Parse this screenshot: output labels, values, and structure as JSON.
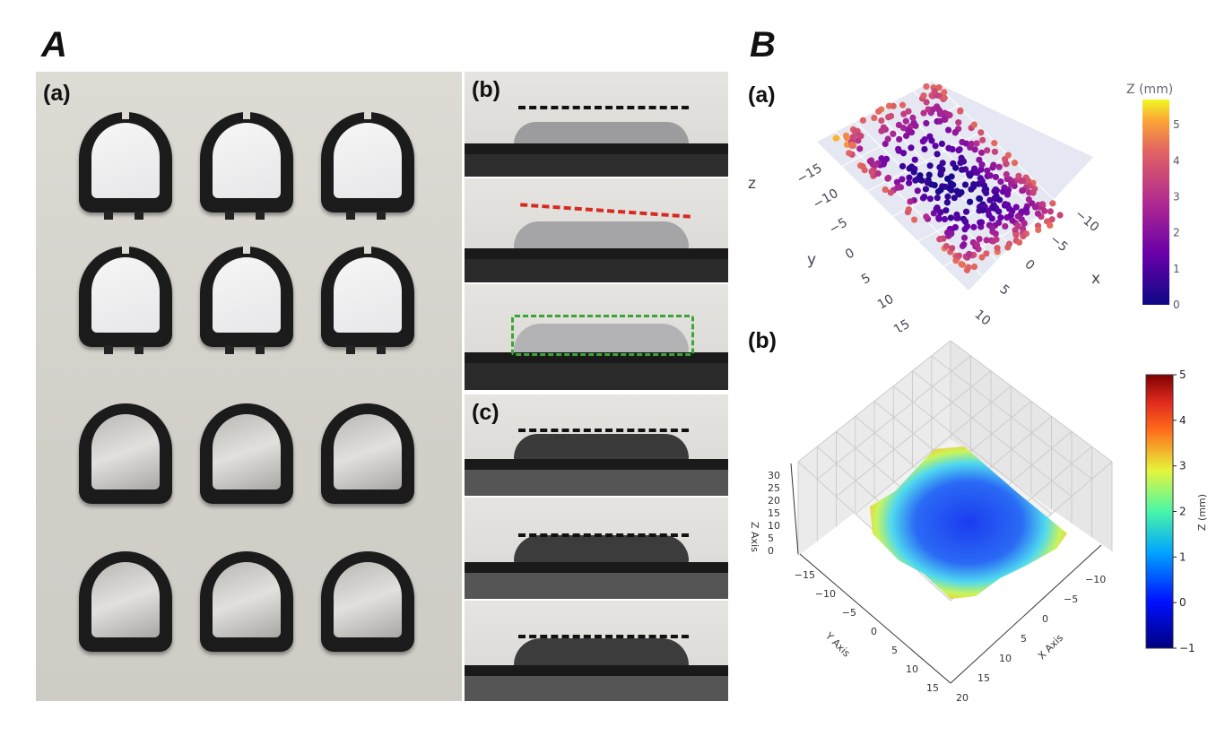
{
  "panel_A": {
    "label": "A",
    "sub_a": "(a)",
    "sub_b": "(b)",
    "sub_c": "(c)"
  },
  "panel_B": {
    "label": "B",
    "plot_a": {
      "label": "(a)",
      "type": "3d-scatter",
      "colorbar_title": "Z (mm)",
      "colorbar_ticks": [
        "0",
        "1",
        "2",
        "3",
        "4",
        "5"
      ],
      "colorbar_range": [
        0,
        5.7
      ],
      "colormap": "plasma",
      "x_axis_title": "x",
      "y_axis_title": "y",
      "z_axis_title": "z",
      "x_ticks": [
        "−10",
        "−5",
        "0",
        "5",
        "10"
      ],
      "y_ticks": [
        "−15",
        "−10",
        "−5",
        "0",
        "5",
        "10",
        "15"
      ],
      "grid": true
    },
    "plot_b": {
      "label": "(b)",
      "type": "3d-surface",
      "colorbar_title": "Z (mm)",
      "colorbar_ticks": [
        "5",
        "4",
        "3",
        "2",
        "1",
        "0",
        "−1"
      ],
      "colorbar_range": [
        -1,
        5
      ],
      "colormap": "jet",
      "x_axis_title": "X Axis",
      "y_axis_title": "Y Axis",
      "z_axis_title": "Z Axis",
      "x_ticks": [
        "−10",
        "−5",
        "0",
        "5",
        "10",
        "15",
        "20"
      ],
      "y_ticks": [
        "−15",
        "−10",
        "−5",
        "0",
        "5",
        "10",
        "15"
      ],
      "z_ticks": [
        "30",
        "25",
        "20",
        "15",
        "10",
        "5",
        "0"
      ],
      "grid": true
    }
  },
  "colors": {
    "dash_black": "#111111",
    "dash_red": "#d62a1f",
    "dash_green": "#3aa635"
  }
}
